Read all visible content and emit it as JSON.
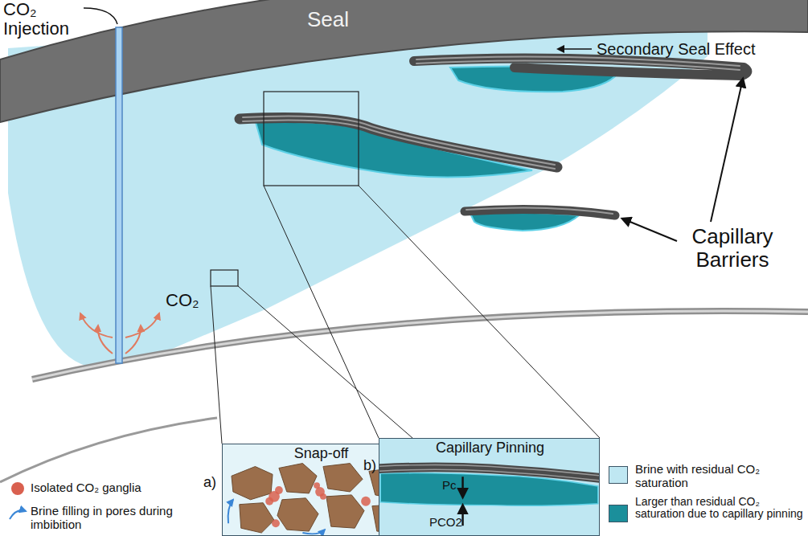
{
  "diagram": {
    "nodes": [
      {
        "text": [
          "a)",
          "Snap-off"
        ]
      },
      {
        "text": [
          "b)",
          "Capillary Pinning",
          "Pc",
          "PCO2"
        ]
      }
    ],
    "labels": [
      "CO₂ Injection",
      "Seal",
      "Secondary Seal Effect",
      "Capillary Barriers",
      "CO₂"
    ],
    "legend": [
      {
        "text": "Isolated CO₂ ganglia",
        "color": "#d9604f"
      },
      {
        "text": "Brine filling in pores during imbibition"
      },
      {
        "text": "Brine with residual CO₂ saturation",
        "color": "#bfe7f2"
      },
      {
        "text": "Larger than residual CO₂ saturation due to capillary pinning",
        "color": "#1b8f9b"
      }
    ]
  }
}
